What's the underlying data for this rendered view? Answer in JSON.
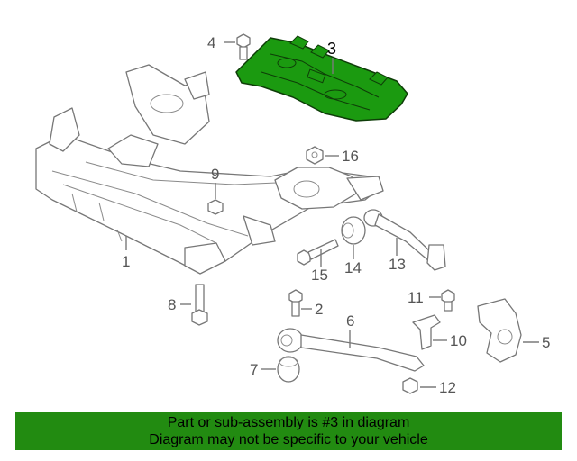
{
  "colors": {
    "highlight_part": "#1b9a10",
    "banner_background": "#228b11",
    "line_art": "#777777"
  },
  "callouts": [
    {
      "number": "1"
    },
    {
      "number": "2"
    },
    {
      "number": "3"
    },
    {
      "number": "4"
    },
    {
      "number": "5"
    },
    {
      "number": "6"
    },
    {
      "number": "7"
    },
    {
      "number": "8"
    },
    {
      "number": "9"
    },
    {
      "number": "10"
    },
    {
      "number": "11"
    },
    {
      "number": "12"
    },
    {
      "number": "13"
    },
    {
      "number": "14"
    },
    {
      "number": "15"
    },
    {
      "number": "16"
    }
  ],
  "highlighted_callout": "3",
  "banner": {
    "line1": "Part or sub-assembly is #3 in diagram",
    "line2": "Diagram may not be specific to your vehicle"
  }
}
